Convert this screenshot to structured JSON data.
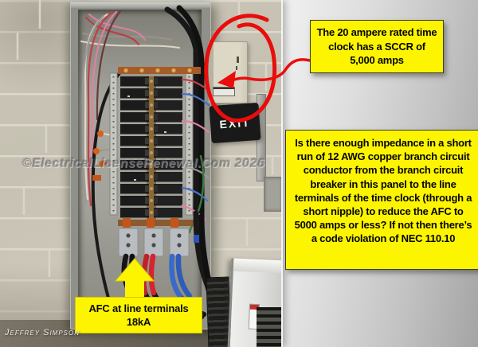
{
  "slide": {
    "colors": {
      "callout_yellow": "#fdf500",
      "annotation_red": "#e90d0b",
      "wall_beige": "#c6c1b2",
      "panel_gray": "#8f9089"
    },
    "callouts": {
      "sccr_note": "The 20 ampere rated time clock has a SCCR of 5,000 amps",
      "impedance_question": "Is there enough impedance in a short run of 12 AWG copper branch circuit conductor from the branch circuit breaker in this panel to the line terminals of the time clock (through a short nipple) to reduce the AFC to 5000 amps or less? If not then there’s a code violation of NEC 110.10",
      "afc_line1": "AFC at line terminals",
      "afc_line2": "18kA"
    },
    "photo": {
      "exit_sign": "EXIT",
      "watermark": "©ElectricalLicenseRenewal.Com 2026",
      "signature": "Jeffrey Simpson"
    }
  }
}
